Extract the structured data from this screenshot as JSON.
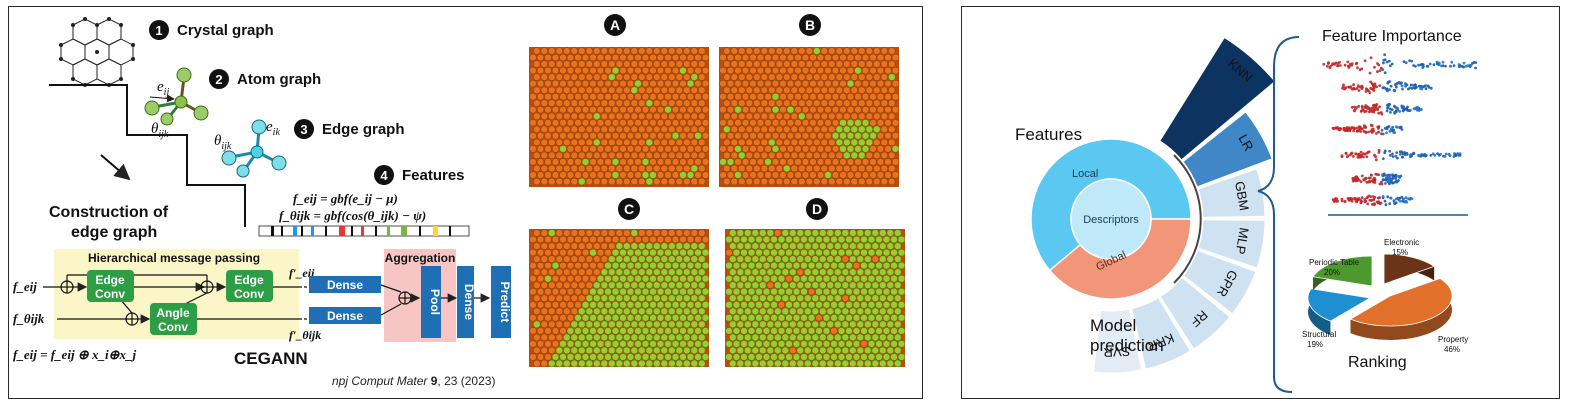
{
  "left_panel": {
    "steps": [
      {
        "num": "1",
        "label": "Crystal graph"
      },
      {
        "num": "2",
        "label": "Atom graph"
      },
      {
        "num": "3",
        "label": "Edge graph"
      },
      {
        "num": "4",
        "label": "Features"
      }
    ],
    "construction_label_line1": "Construction of",
    "construction_label_line2": "edge graph",
    "atom_eij": "e",
    "atom_eij_sub": "ij",
    "atom_theta": "θ",
    "atom_theta_sub": "ijk",
    "edge_eik": "e",
    "edge_eik_sub": "ik",
    "edge_theta": "θ",
    "edge_theta_sub": "ijk",
    "feature_eq1": "f_eij = gbf(e_ij − μ)",
    "feature_eq2": "f_θijk = gbf(cos(θ_ijk) − ψ)",
    "hmp_title": "Hierarchical  message passing",
    "edge_conv_1_line1": "Edge",
    "edge_conv_1_line2": "Conv",
    "angle_conv_line1": "Angle",
    "angle_conv_line2": "Conv",
    "edge_conv_2_line1": "Edge",
    "edge_conv_2_line2": "Conv",
    "input_f_eij": "f_eij",
    "input_f_theta": "f_θijk",
    "output_f_eij": "f′_eij",
    "output_f_theta": "f′_θijk",
    "aggregation_title": "Aggregation",
    "dense_top": "Dense",
    "dense_bottom": "Dense",
    "pool": "Pool",
    "dense_vertical": "Dense",
    "predict": "Predict",
    "update_eq": "f_eij = f_eij ⊕ x_i⊕x_j",
    "cegann_label": "CEGANN",
    "citation_journal": "npj Comput Mater",
    "citation_volume": "9",
    "citation_rest": ", 23 (2023)",
    "sim_labels": [
      "A",
      "B",
      "C",
      "D"
    ],
    "sim_green_fraction": [
      0.03,
      0.06,
      0.55,
      0.97
    ]
  },
  "right_panel": {
    "features_label": "Features",
    "local_label": "Local",
    "descriptors_label": "Descriptors",
    "global_label": "Global",
    "model_prediction_line1": "Model",
    "model_prediction_line2": "prediction",
    "models": [
      "KNN",
      "LR",
      "GBM",
      "MLP",
      "GPR",
      "RF",
      "KRR",
      "SVR"
    ],
    "feature_importance_label": "Feature Importance",
    "ranking_label": "Ranking",
    "pie_slices": [
      {
        "name": "Electronic",
        "percent": "15%",
        "color": "#6b3418"
      },
      {
        "name": "Property",
        "percent": "46%",
        "color": "#e0702a"
      },
      {
        "name": "Structural",
        "percent": "19%",
        "color": "#1e8fd0"
      },
      {
        "name": "Periodic Table",
        "percent": "20%",
        "color": "#4c9a2e"
      }
    ],
    "colors": {
      "local": "#5bc8f2",
      "descriptors": "#bfe9f8",
      "global": "#f2967a",
      "bar_dark": "#0d3361",
      "bar_mid": "#3f87c6",
      "bar_light": "#cfe2f1"
    }
  }
}
